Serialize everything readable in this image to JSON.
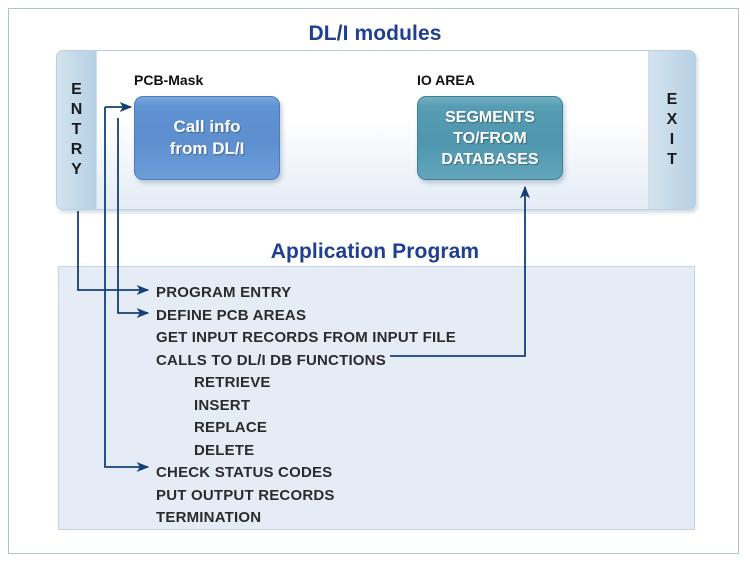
{
  "diagram": {
    "title_top": "DL/I modules",
    "title_bottom": "Application Program",
    "accent_title_color": "#1f3f8f",
    "connector_color": "#14407a",
    "panel_border_color": "#b9cfe2",
    "frame_border_color": "#a9c1d9"
  },
  "dli_panel": {
    "entry_label": "ENTRY",
    "exit_label": "EXIT",
    "entry_letters": [
      "E",
      "N",
      "T",
      "R",
      "Y"
    ],
    "exit_letters": [
      "E",
      "X",
      "I",
      "T"
    ],
    "boxes": [
      {
        "caption": "PCB-Mask",
        "text": "Call info\nfrom DL/I",
        "line1": "Call info",
        "line2": "from DL/I",
        "color": "#5d8fd0"
      },
      {
        "caption": "IO AREA",
        "text": "SEGMENTS TO/FROM DATABASES",
        "line1": "SEGMENTS",
        "line2": "TO/FROM",
        "line3": "DATABASES",
        "color": "#4f96ae"
      }
    ]
  },
  "app_panel": {
    "steps": [
      {
        "label": "PROGRAM ENTRY",
        "indent": 0
      },
      {
        "label": "DEFINE PCB AREAS",
        "indent": 0
      },
      {
        "label": "GET INPUT RECORDS FROM INPUT FILE",
        "indent": 0
      },
      {
        "label": "CALLS TO DL/I DB FUNCTIONS",
        "indent": 0
      },
      {
        "label": "RETRIEVE",
        "indent": 1
      },
      {
        "label": "INSERT",
        "indent": 1
      },
      {
        "label": "REPLACE",
        "indent": 1
      },
      {
        "label": "DELETE",
        "indent": 1
      },
      {
        "label": "CHECK STATUS CODES",
        "indent": 0
      },
      {
        "label": "PUT OUTPUT RECORDS",
        "indent": 0
      },
      {
        "label": "TERMINATION",
        "indent": 0
      }
    ]
  },
  "connectors": [
    {
      "name": "entry-to-program-entry",
      "from": "ENTRY",
      "to": "PROGRAM ENTRY"
    },
    {
      "name": "pcb-mask-to-define-pcb-areas",
      "from": "PCB-Mask",
      "to": "DEFINE PCB AREAS"
    },
    {
      "name": "pcb-mask-to-check-status-codes",
      "from": "PCB-Mask",
      "to": "CHECK STATUS CODES"
    },
    {
      "name": "calls-to-io-area",
      "from": "CALLS TO DL/I DB FUNCTIONS",
      "to": "IO AREA"
    }
  ]
}
